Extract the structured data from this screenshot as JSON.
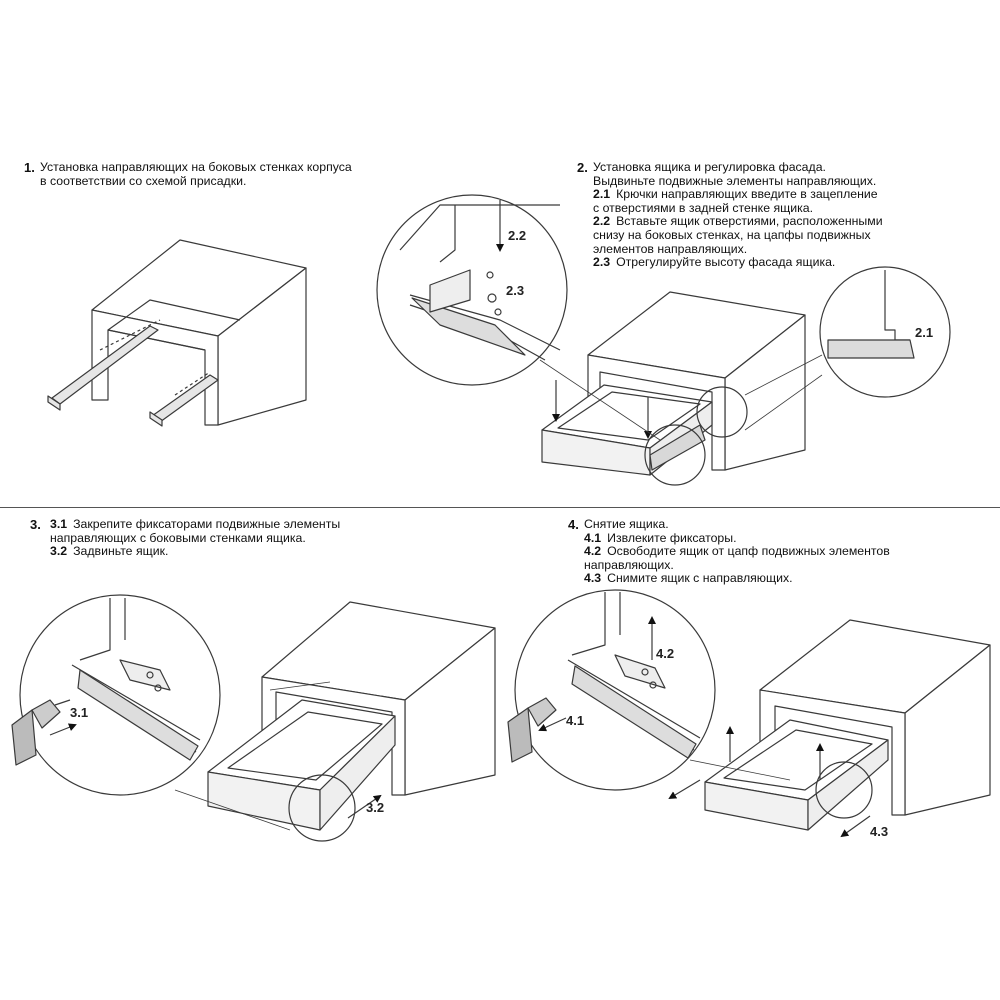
{
  "steps": [
    {
      "number": "1.",
      "lines": [
        "Установка направляющих на боковых стенках корпуса",
        "в соответствии со схемой присадки."
      ],
      "substeps": []
    },
    {
      "number": "2.",
      "lines": [
        "Установка ящика и регулировка фасада.",
        "Выдвиньте подвижные элементы направляющих."
      ],
      "substeps": [
        {
          "code": "2.1",
          "lines": [
            "Крючки направляющих введите в зацепление",
            "с отверстиями в задней стенке ящика."
          ]
        },
        {
          "code": "2.2",
          "lines": [
            "Вставьте ящик отверстиями, расположенными",
            "снизу на боковых стенках, на цапфы подвижных",
            "элементов направляющих."
          ]
        },
        {
          "code": "2.3",
          "lines": [
            "Отрегулируйте высоту фасада ящика."
          ]
        }
      ]
    },
    {
      "number": "3.",
      "lines": [],
      "substeps": [
        {
          "code": "3.1",
          "lines": [
            "Закрепите фиксаторами подвижные элементы",
            "направляющих с боковыми стенками ящика."
          ]
        },
        {
          "code": "3.2",
          "lines": [
            "Задвиньте ящик."
          ]
        }
      ]
    },
    {
      "number": "4.",
      "lines": [
        "Снятие ящика."
      ],
      "substeps": [
        {
          "code": "4.1",
          "lines": [
            "Извлеките фиксаторы."
          ]
        },
        {
          "code": "4.2",
          "lines": [
            "Освободите ящик от цапф подвижных элементов",
            "направляющих."
          ]
        },
        {
          "code": "4.3",
          "lines": [
            "Снимите ящик с направляющих."
          ]
        }
      ]
    }
  ],
  "callouts": {
    "c22": "2.2",
    "c23": "2.3",
    "c21": "2.1",
    "c31": "3.1",
    "c32": "3.2",
    "c41": "4.1",
    "c42": "4.2",
    "c43": "4.3"
  },
  "colors": {
    "line": "#3a3a3a",
    "rail": "#d8d8d8",
    "drawer_front": "#f2f2f2"
  }
}
